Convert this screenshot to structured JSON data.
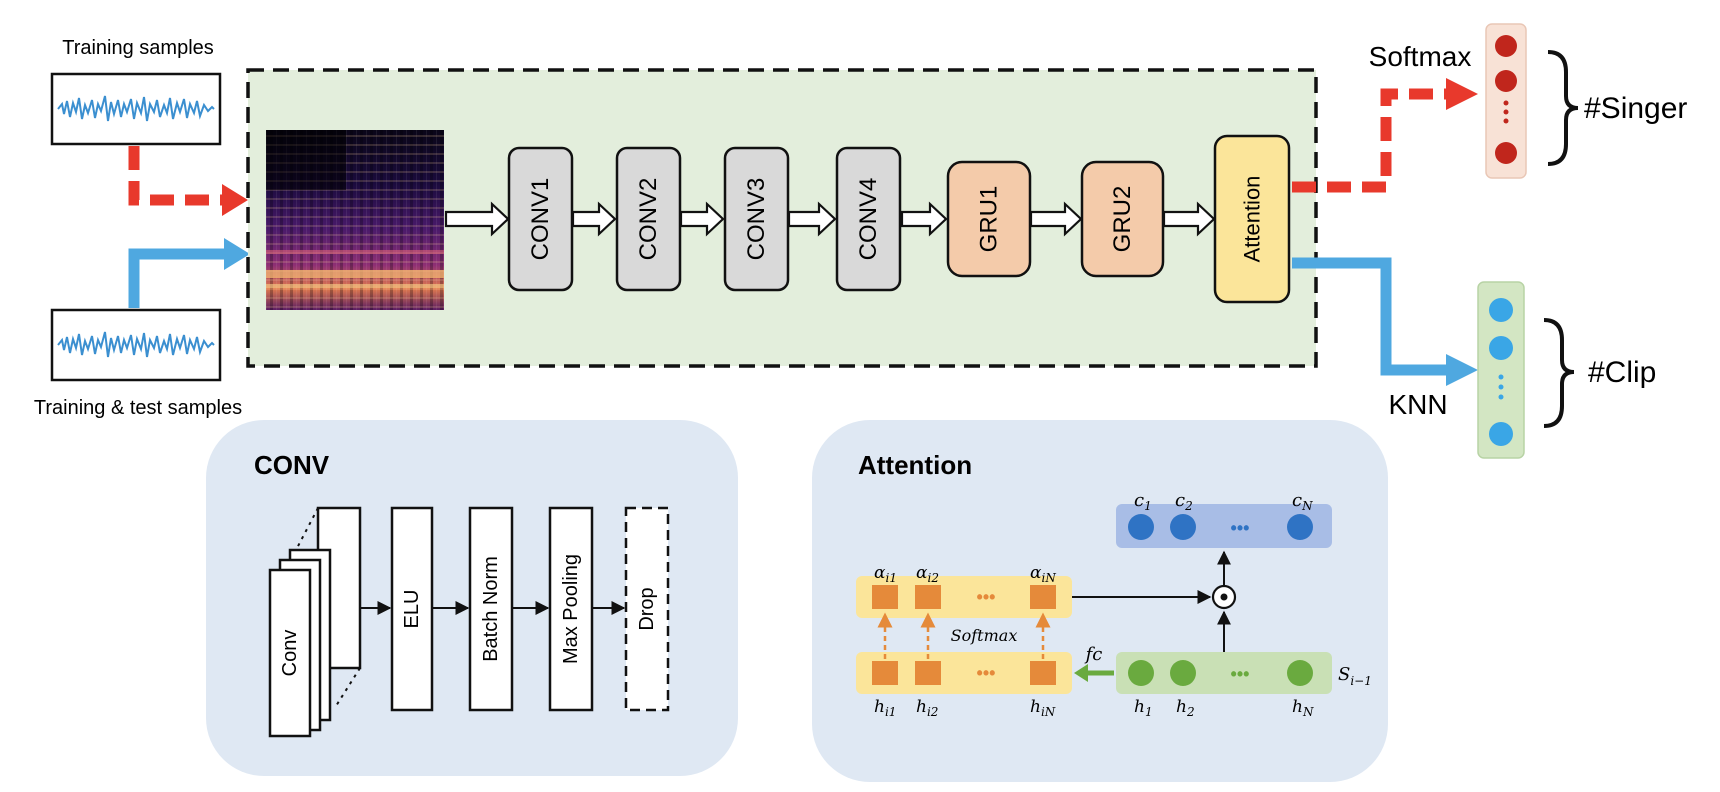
{
  "inputs": {
    "training_label": "Training samples",
    "training_test_label": "Training & test samples"
  },
  "pipeline": {
    "conv_blocks": [
      "CONV1",
      "CONV2",
      "CONV3",
      "CONV4"
    ],
    "gru_blocks": [
      "GRU1",
      "GRU2"
    ],
    "attention_label": "Attention"
  },
  "outputs": {
    "softmax_label": "Softmax",
    "singer_label": "#Singer",
    "knn_label": "KNN",
    "clip_label": "#Clip"
  },
  "conv_panel": {
    "title": "CONV",
    "layers": [
      "Conv",
      "ELU",
      "Batch Norm",
      "Max Pooling",
      "Drop"
    ]
  },
  "attention_panel": {
    "title": "Attention",
    "softmax_label": "Softmax",
    "fc_label": "fc",
    "dots": "•••"
  },
  "colors": {
    "main_bg": "#e3eedc",
    "panel_bg": "#dfe8f3",
    "conv_fill": "#d9d9d9",
    "gru_fill": "#f4cbaa",
    "attention_fill": "#fbe59a",
    "red_arrow": "#e8392c",
    "blue_arrow": "#4fa8e0",
    "waveform": "#3b8fd0",
    "singer_node": "#c0261c",
    "clip_node": "#3aa6e6"
  }
}
